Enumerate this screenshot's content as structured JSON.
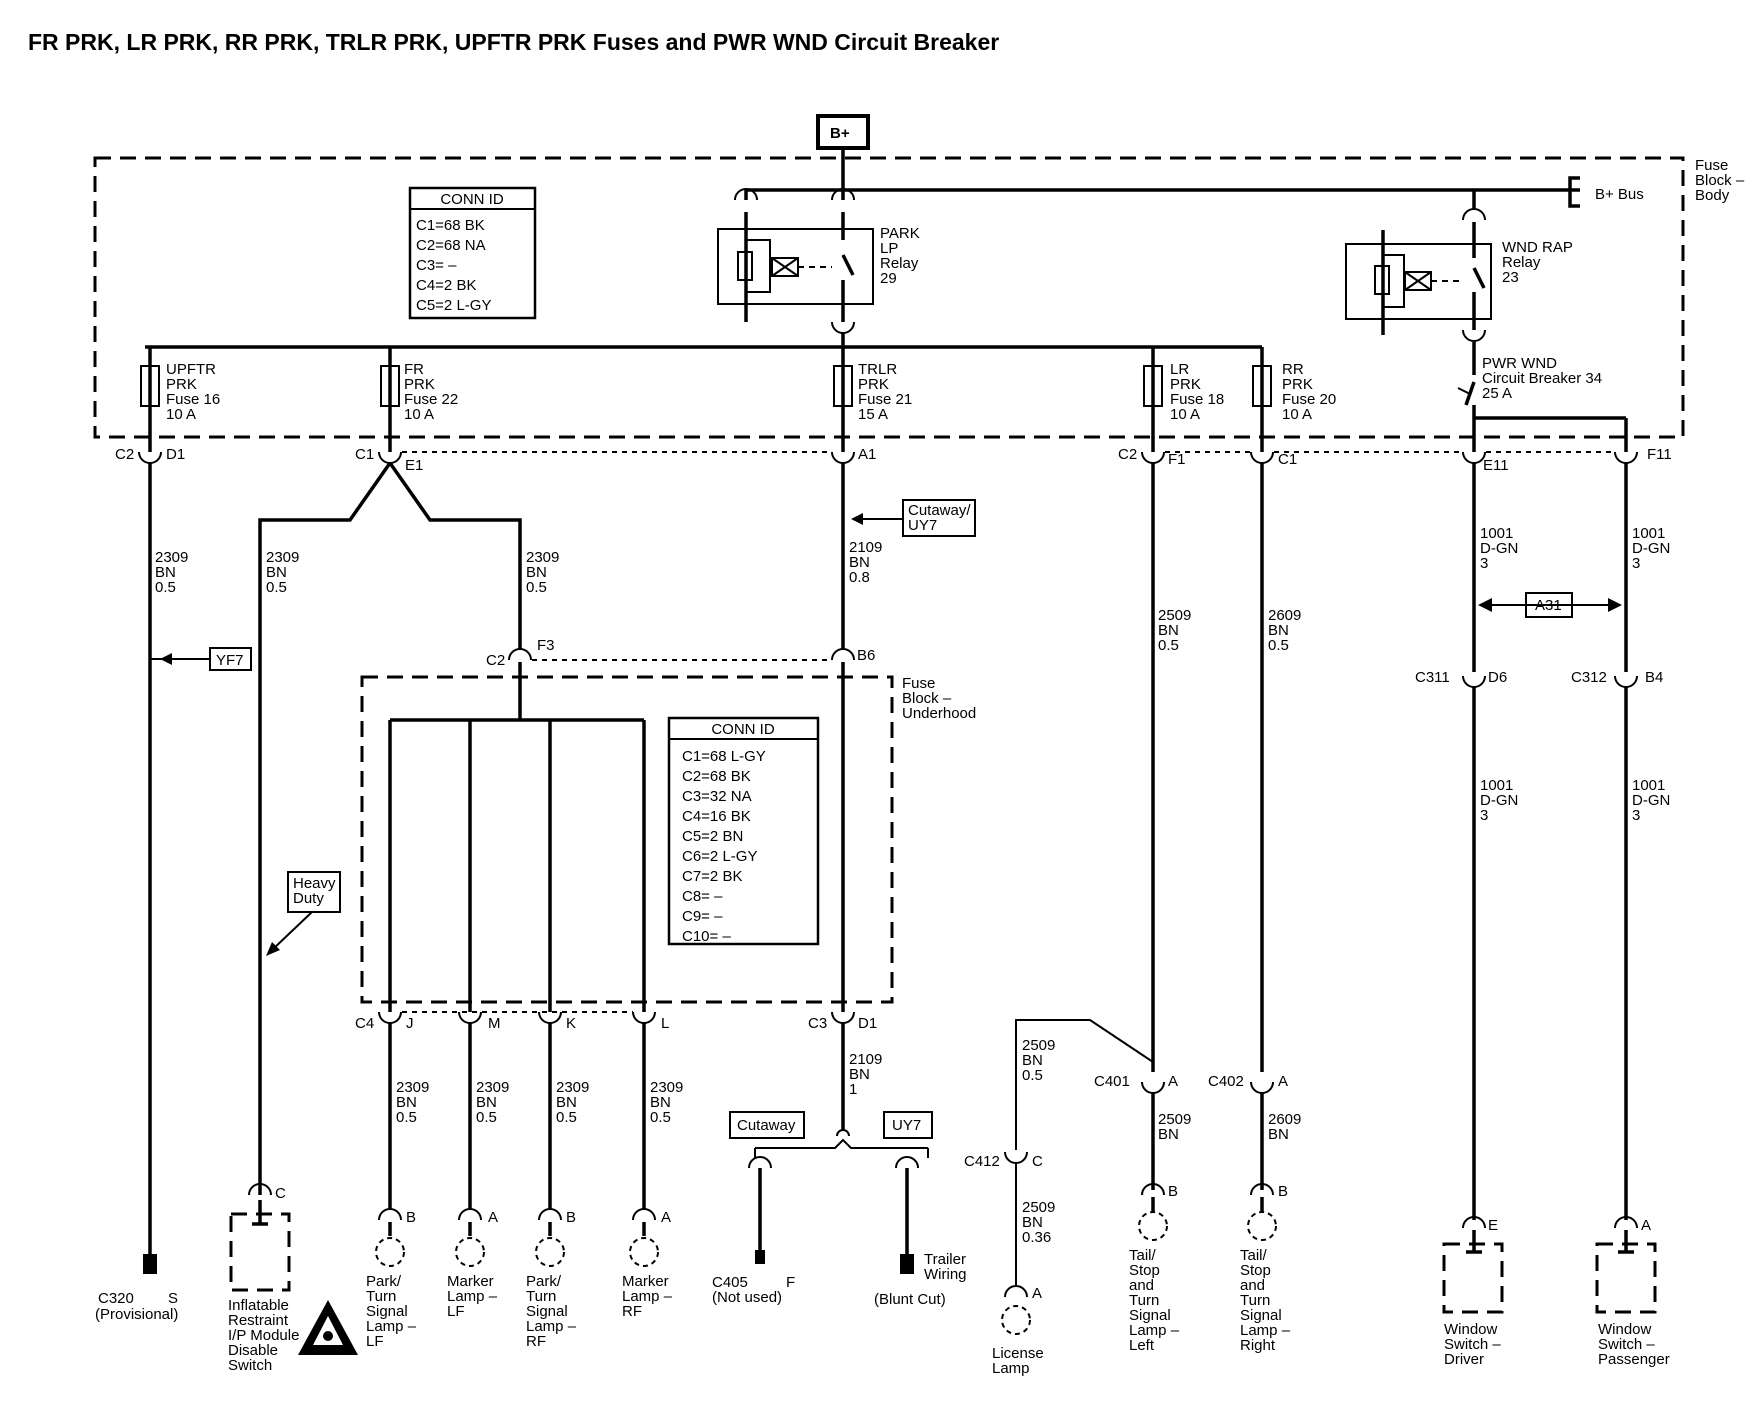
{
  "title": "FR PRK, LR PRK, RR PRK, TRLR PRK, UPFTR PRK Fuses and PWR WND Circuit Breaker",
  "power": {
    "source": "B+",
    "bus": "B+ Bus"
  },
  "fuse_block_body": [
    "Fuse",
    "Block –",
    "Body"
  ],
  "fuse_block_underhood": [
    "Fuse",
    "Block –",
    "Underhood"
  ],
  "conn_id_body": {
    "header": "CONN ID",
    "rows": [
      "C1=68 BK",
      "C2=68 NA",
      "C3= –",
      "C4=2 BK",
      "C5=2 L-GY"
    ]
  },
  "conn_id_underhood": {
    "header": "CONN ID",
    "rows": [
      "C1=68 L-GY",
      "C2=68 BK",
      "C3=32 NA",
      "C4=16 BK",
      "C5=2 BN",
      "C6=2 L-GY",
      "C7=2 BK",
      "C8= –",
      "C9= –",
      "C10= –"
    ]
  },
  "relays": {
    "park": [
      "PARK",
      "LP",
      "Relay",
      "29"
    ],
    "wnd": [
      "WND RAP",
      "Relay",
      "23"
    ]
  },
  "breaker": [
    "PWR WND",
    "Circuit Breaker 34",
    "25 A"
  ],
  "fuses": {
    "upftr": [
      "UPFTR",
      "PRK",
      "Fuse 16",
      "10 A"
    ],
    "fr": [
      "FR",
      "PRK",
      "Fuse 22",
      "10 A"
    ],
    "trlr": [
      "TRLR",
      "PRK",
      "Fuse 21",
      "15 A"
    ],
    "lr": [
      "LR",
      "PRK",
      "Fuse 18",
      "10 A"
    ],
    "rr": [
      "RR",
      "PRK",
      "Fuse 20",
      "10 A"
    ]
  },
  "connectors": {
    "c2": "C2",
    "d1": "D1",
    "c1": "C1",
    "e1": "E1",
    "a1": "A1",
    "f1": "F1",
    "e11": "E11",
    "f11": "F11",
    "f3": "F3",
    "b6": "B6",
    "c4": "C4",
    "j": "J",
    "m": "M",
    "k": "K",
    "l": "L",
    "c3": "C3",
    "c311": "C311",
    "d6": "D6",
    "c312": "C312",
    "b4": "B4",
    "c401": "C401",
    "a": "A",
    "c402": "C402",
    "c412": "C412",
    "c": "C",
    "b": "B",
    "e": "E",
    "s": "S",
    "f": "F"
  },
  "wires": {
    "w2309_05": [
      "2309",
      "BN",
      "0.5"
    ],
    "w2109_08": [
      "2109",
      "BN",
      "0.8"
    ],
    "w2109_1": [
      "2109",
      "BN",
      "1"
    ],
    "w2509_05": [
      "2509",
      "BN",
      "0.5"
    ],
    "w2609_05": [
      "2609",
      "BN",
      "0.5"
    ],
    "w2509": [
      "2509",
      "BN"
    ],
    "w2609": [
      "2609",
      "BN"
    ],
    "w2509_036": [
      "2509",
      "BN",
      "0.36"
    ],
    "w1001": [
      "1001",
      "D-GN",
      "3"
    ]
  },
  "tags": {
    "yf7": "YF7",
    "a31": "A31",
    "cutaway_uy7": [
      "Cutaway/",
      "UY7"
    ],
    "heavy_duty": [
      "Heavy",
      "Duty"
    ],
    "cutaway": "Cutaway",
    "uy7": "UY7"
  },
  "components": {
    "c320": "C320",
    "provisional": "(Provisional)",
    "inflatable": [
      "Inflatable",
      "Restraint",
      "I/P Module",
      "Disable",
      "Switch"
    ],
    "park_turn_lf": [
      "Park/",
      "Turn",
      "Signal",
      "Lamp –",
      "LF"
    ],
    "marker_lf": [
      "Marker",
      "Lamp –",
      "LF"
    ],
    "park_turn_rf": [
      "Park/",
      "Turn",
      "Signal",
      "Lamp –",
      "RF"
    ],
    "marker_rf": [
      "Marker",
      "Lamp –",
      "RF"
    ],
    "c405": "C405",
    "not_used": "(Not used)",
    "trailer": [
      "Trailer",
      "Wiring"
    ],
    "blunt_cut": "(Blunt Cut)",
    "license": [
      "License",
      "Lamp"
    ],
    "tail_left": [
      "Tail/",
      "Stop",
      "and",
      "Turn",
      "Signal",
      "Lamp –",
      "Left"
    ],
    "tail_right": [
      "Tail/",
      "Stop",
      "and",
      "Turn",
      "Signal",
      "Lamp –",
      "Right"
    ],
    "win_driver": [
      "Window",
      "Switch –",
      "Driver"
    ],
    "win_pass": [
      "Window",
      "Switch –",
      "Passenger"
    ]
  }
}
